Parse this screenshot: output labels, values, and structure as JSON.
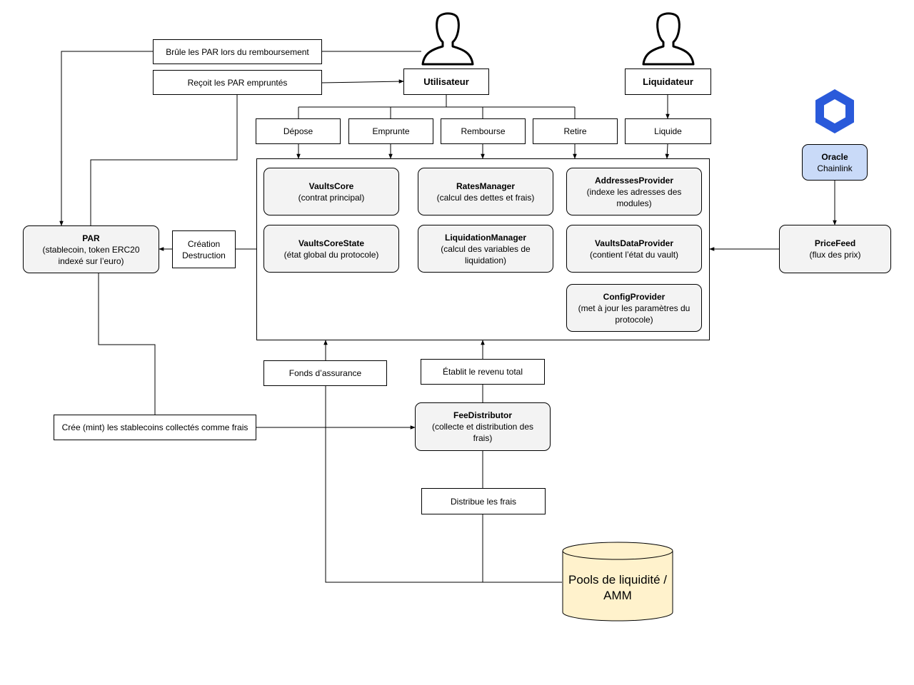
{
  "actors": {
    "user": "Utilisateur",
    "liquidator": "Liquidateur"
  },
  "actions": {
    "depose": "Dépose",
    "emprunte": "Emprunte",
    "rembourse": "Rembourse",
    "retire": "Retire",
    "liquide": "Liquide"
  },
  "labels": {
    "burn": "Brûle les PAR lors du remboursement",
    "receive": "Reçoit les PAR empruntés",
    "creation_line1": "Création",
    "creation_line2": "Destruction",
    "insurance": "Fonds d’assurance",
    "revenue": "Établit le revenu total",
    "mint": "Crée (mint) les stablecoins collectés comme frais",
    "distribute": "Distribue les frais"
  },
  "modules": {
    "vaults_core": {
      "title": "VaultsCore",
      "desc": "(contrat principal)"
    },
    "vaults_core_state": {
      "title": "VaultsCoreState",
      "desc": "(état global du protocole)"
    },
    "rates_manager": {
      "title": "RatesManager",
      "desc": "(calcul des dettes et frais)"
    },
    "liquidation_manager": {
      "title": "LiquidationManager",
      "desc": "(calcul des variables de liquidation)"
    },
    "addresses_provider": {
      "title": "AddressesProvider",
      "desc": "(indexe les adresses des modules)"
    },
    "vaults_data_provider": {
      "title": "VaultsDataProvider",
      "desc": "(contient l’état du vault)"
    },
    "config_provider": {
      "title": "ConfigProvider",
      "desc": "(met à jour les paramètres du protocole)"
    }
  },
  "par": {
    "title": "PAR",
    "desc": "(stablecoin, token ERC20 indexé sur l’euro)"
  },
  "oracle": {
    "title": "Oracle",
    "desc": "Chainlink"
  },
  "price_feed": {
    "title": "PriceFeed",
    "desc": "(flux des prix)"
  },
  "fee_distributor": {
    "title": "FeeDistributor",
    "desc": "(collecte et distribution des frais)"
  },
  "pools": {
    "label": "Pools de liquidité / AMM"
  },
  "colors": {
    "module_fill": "#f3f3f3",
    "oracle_fill": "#c9daf8",
    "chainlink_logo": "#2a5ada",
    "pool_fill": "#fff2cc"
  },
  "icons": [
    "person-icon",
    "chainlink-logo-icon",
    "database-cylinder-icon"
  ]
}
